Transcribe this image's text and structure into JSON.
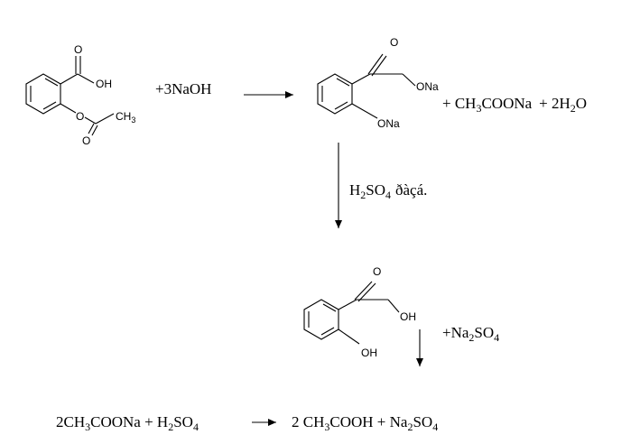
{
  "reactant": {
    "oh": "OH",
    "o_top": "O",
    "o_ester": "O",
    "o_carbonyl": "O",
    "ch3": "CH",
    "ch3_sub": "3"
  },
  "reagent": "+3NaOH",
  "product1": {
    "o_top": "O",
    "ona_carboxyl": "ONa",
    "ona_ring": "ONa"
  },
  "byproducts": {
    "plus1": "+ CH",
    "sub3": "3",
    "coona": "COONa",
    "plus2": "+ 2H",
    "sub2": "2",
    "o": "O"
  },
  "acid_condition": {
    "h": "H",
    "sub2": "2",
    "so": "SO",
    "sub4": "4",
    "word": "ðàçá."
  },
  "product2": {
    "o_top": "O",
    "oh_carboxyl": "OH",
    "oh_ring": "OH"
  },
  "sulfate_byproduct": {
    "plus_na": "+Na",
    "sub2": "2",
    "so": "SO",
    "sub4": "4"
  },
  "equation2": {
    "lhs_2ch": "2CH",
    "sub3a": "3",
    "coona": "COONa + H",
    "sub2a": "2",
    "so": "SO",
    "sub4a": "4",
    "rhs_2ch": "2 CH",
    "sub3b": "3",
    "cooh": "COOH  + Na",
    "sub2b": "2",
    "so_b": "SO",
    "sub4b": "4"
  }
}
